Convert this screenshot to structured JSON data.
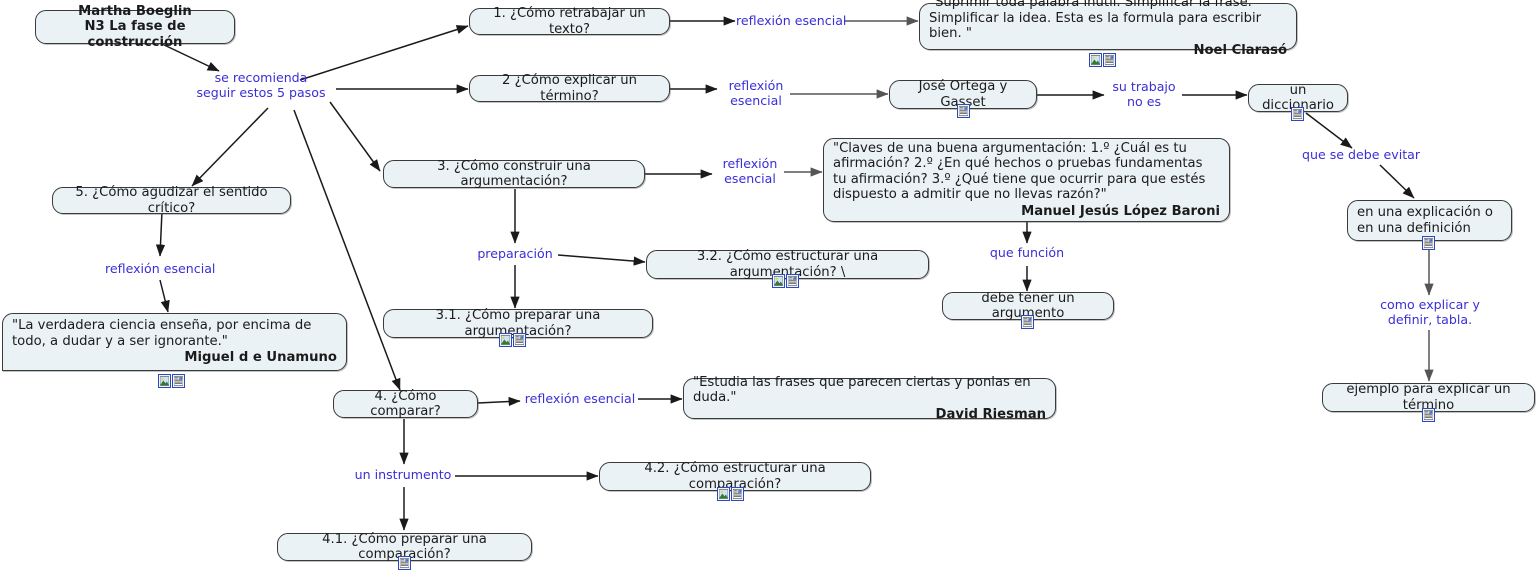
{
  "map": {
    "title": "N3 La fase de construcción",
    "author": "Martha Boeglin",
    "colors": {
      "node_fill": "#eaf2f5",
      "node_border": "#3a3a3a",
      "link_text": "#3a2fd6",
      "node_text": "#1b1b1b",
      "icon_border": "#2b49c0"
    }
  },
  "nodes": {
    "root": {
      "line1": "Martha Boeglin",
      "line2": "N3 La fase de construcción"
    },
    "q1": {
      "text": "1. ¿Cómo retrabajar un texto?"
    },
    "q2": {
      "text": "2 ¿Cómo explicar un término?"
    },
    "q3": {
      "text": "3. ¿Cómo construir una argumentación?"
    },
    "q5": {
      "text": "5. ¿Cómo agudizar el sentido crítico?"
    },
    "q4": {
      "text": "4. ¿Cómo comparar?"
    },
    "q31": {
      "text": "3.1. ¿Cómo preparar una argumentación?"
    },
    "q32": {
      "text": "3.2. ¿Cómo estructurar una argumentación? \\"
    },
    "q41": {
      "text": "4.1. ¿Cómo preparar una comparación?"
    },
    "q42": {
      "text": "4.2. ¿Cómo estructurar una comparación?"
    },
    "ortega": {
      "text": "José Ortega y Gasset"
    },
    "diccionario": {
      "text": "un diccionario"
    },
    "explicacion": {
      "text": "en una explicación o en una definición"
    },
    "ejemplo": {
      "text": "ejemplo para explicar un término"
    },
    "argumento": {
      "text": "debe tener un argumento"
    },
    "quote_claraso": {
      "quote": "\"Suprimir toda palabra inútil. Simplificar la frase. Simplificar la idea. Esta es la formula para escribir bien. \"",
      "author": "Noel Clarasó"
    },
    "quote_baroni": {
      "quote": "\"Claves de una buena argumentación: 1.º ¿Cuál es tu afirmación? 2.º ¿En qué hechos o pruebas fundamentas tu afirmación? 3.º ¿Qué tiene que ocurrir para que estés dispuesto a admitir que no llevas razón?\"",
      "author": "Manuel Jesús López Baroni"
    },
    "quote_unamuno": {
      "quote": "\"La verdadera ciencia enseña, por encima de todo, a dudar y a ser ignorante.\"",
      "author": "Miguel d e Unamuno"
    },
    "quote_riesman": {
      "quote": "\"Estudia las frases que parecen ciertas y ponlas en duda.\"",
      "author": "David Riesman"
    }
  },
  "links": {
    "se_recomienda": "se recomienda\nseguir estos 5 pasos",
    "se_recomienda_l1": "se recomienda",
    "se_recomienda_l2": "seguir estos 5 pasos",
    "refl_1": "reflexión esencial",
    "refl_2_l1": "reflexión",
    "refl_2_l2": "esencial",
    "refl_3_l1": "reflexión",
    "refl_3_l2": "esencial",
    "refl_4": "reflexión esencial",
    "refl_5": "reflexión esencial",
    "su_trabajo_l1": "su trabajo",
    "su_trabajo_l2": "no es",
    "que_se_debe_evitar": "que se debe evitar",
    "como_explicar_l1": "como explicar y",
    "como_explicar_l2": "definir, tabla.",
    "que_funcion": "que función",
    "preparacion": "preparación",
    "un_instrumento": "un instrumento"
  },
  "icons": {
    "picture": "picture-resource-icon",
    "document": "document-resource-icon"
  }
}
